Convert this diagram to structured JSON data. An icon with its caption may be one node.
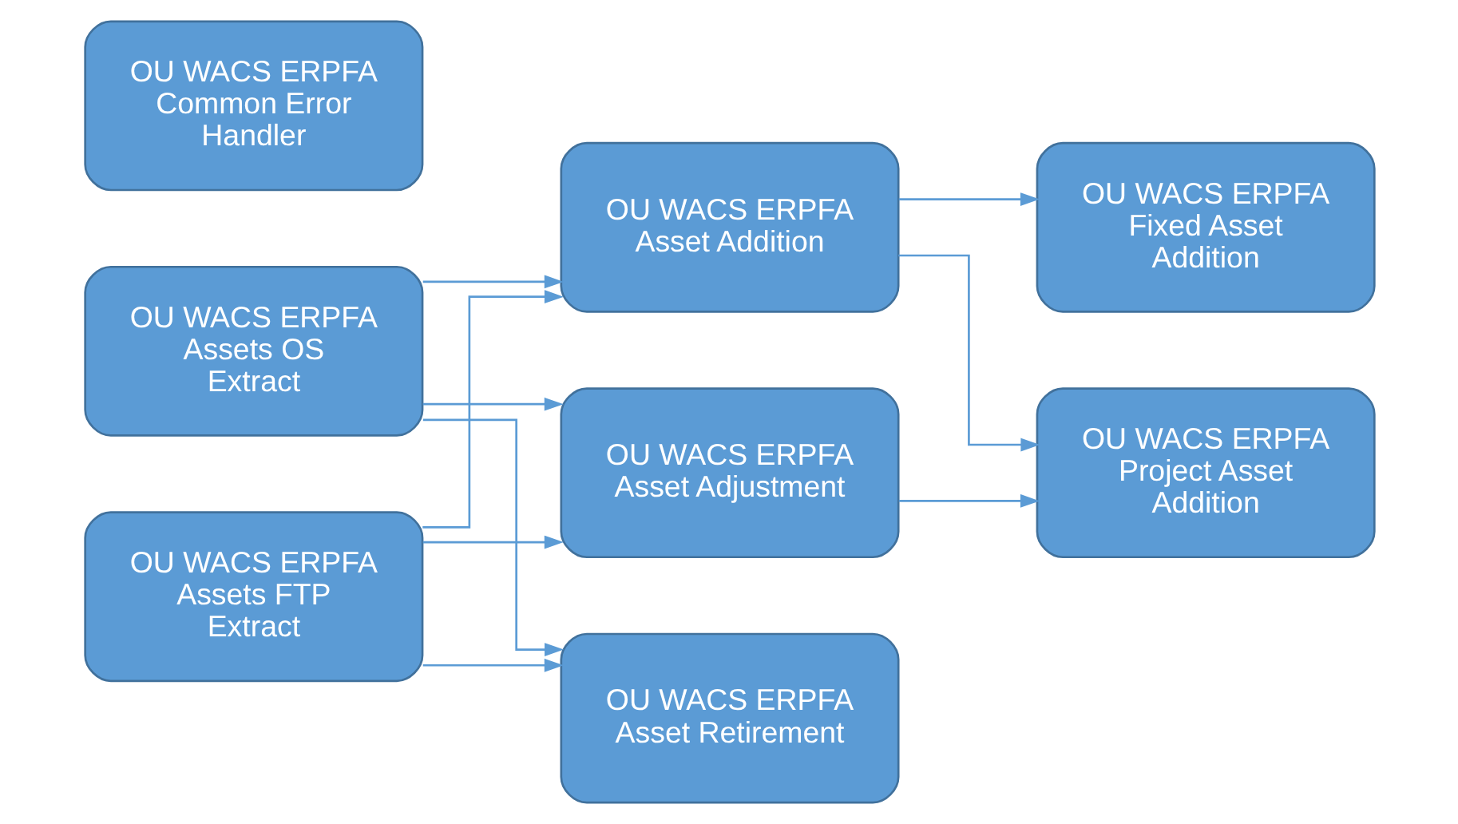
{
  "diagram": {
    "nodes": [
      {
        "text": [
          "OU WACS ERPFA Assets OS Extract"
        ]
      },
      {
        "text": [
          "OU WACS ERPFA Assets FTP Extract"
        ]
      },
      {
        "text": [
          "OU WACS ERPFA Asset Addition"
        ]
      },
      {
        "text": [
          "OU WACS ERPFA Asset Adjustment"
        ]
      },
      {
        "text": [
          "OU WACS ERPFA Asset Retirement"
        ]
      },
      {
        "text": [
          "OU WACS ERPFA Fixed Asset Addition"
        ]
      },
      {
        "text": [
          "OU WACS ERPFA Project Asset Addition"
        ]
      },
      {
        "text": [
          "OU WACS ERPFA Common Error Handler"
        ]
      }
    ],
    "edges": [
      {
        "from": 0,
        "to": 2,
        "arrow": "to"
      },
      {
        "from": 0,
        "to": 3,
        "arrow": "to"
      },
      {
        "from": 0,
        "to": 4,
        "arrow": "to"
      },
      {
        "from": 1,
        "to": 2,
        "arrow": "to"
      },
      {
        "from": 1,
        "to": 3,
        "arrow": "to"
      },
      {
        "from": 1,
        "to": 4,
        "arrow": "to"
      },
      {
        "from": 2,
        "to": 5,
        "arrow": "to"
      },
      {
        "from": 2,
        "to": 6,
        "arrow": "to"
      },
      {
        "from": 3,
        "to": 6,
        "arrow": "to"
      }
    ]
  }
}
